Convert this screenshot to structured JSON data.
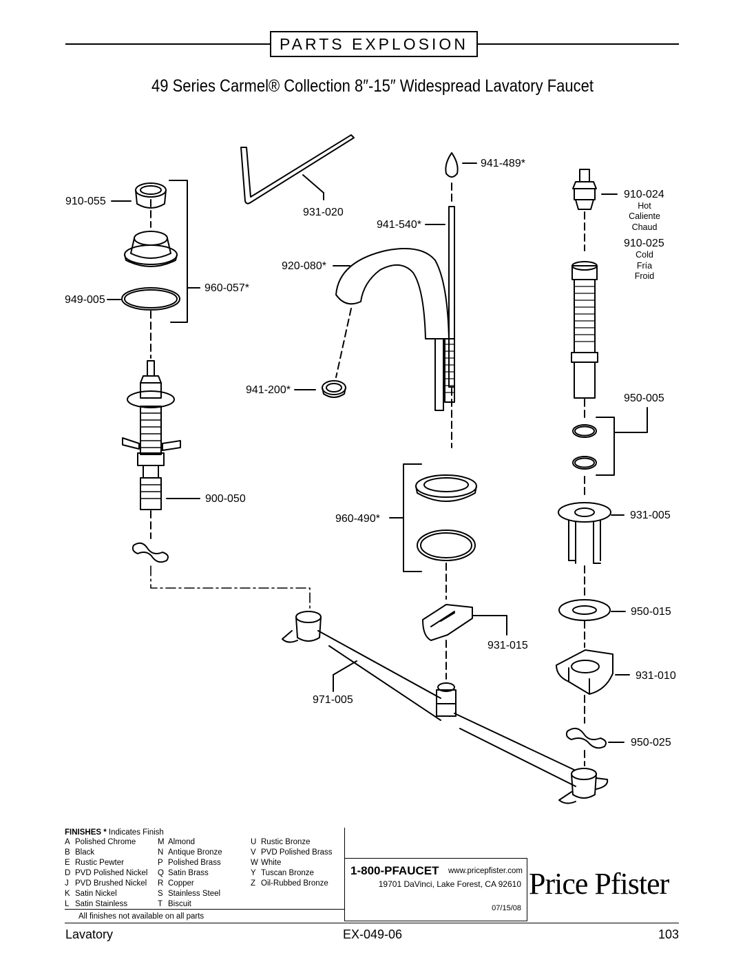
{
  "header": {
    "box_title": "PARTS EXPLOSION",
    "product_title": "49 Series Carmel® Collection 8″-15″ Widespread Lavatory Faucet"
  },
  "parts": {
    "p910_055": "910-055",
    "p949_005": "949-005",
    "p960_057": "960-057*",
    "p900_050": "900-050",
    "p931_020": "931-020",
    "p941_489": "941-489*",
    "p941_540": "941-540*",
    "p920_080": "920-080*",
    "p941_200": "941-200*",
    "p960_490": "960-490*",
    "p931_015": "931-015",
    "p971_005": "971-005",
    "p910_024": "910-024",
    "hot": [
      "Hot",
      "Caliente",
      "Chaud"
    ],
    "p910_025": "910-025",
    "cold": [
      "Cold",
      "Fría",
      "Froid"
    ],
    "p950_005": "950-005",
    "p931_005": "931-005",
    "p950_015": "950-015",
    "p931_010": "931-010",
    "p950_025": "950-025"
  },
  "finishes": {
    "heading": "FINISHES *",
    "heading_note": "Indicates Finish",
    "col1": [
      {
        "code": "A",
        "name": "Polished Chrome"
      },
      {
        "code": "B",
        "name": "Black"
      },
      {
        "code": "E",
        "name": "Rustic Pewter"
      },
      {
        "code": "D",
        "name": "PVD Polished Nickel"
      },
      {
        "code": "J",
        "name": "PVD Brushed Nickel"
      },
      {
        "code": "K",
        "name": "Satin Nickel"
      },
      {
        "code": "L",
        "name": "Satin Stainless"
      }
    ],
    "col2": [
      {
        "code": "M",
        "name": "Almond"
      },
      {
        "code": "N",
        "name": "Antique Bronze"
      },
      {
        "code": "P",
        "name": "Polished Brass"
      },
      {
        "code": "Q",
        "name": "Satin Brass"
      },
      {
        "code": "R",
        "name": "Copper"
      },
      {
        "code": "S",
        "name": "Stainless Steel"
      },
      {
        "code": "T",
        "name": "Biscuit"
      }
    ],
    "col3": [
      {
        "code": "U",
        "name": "Rustic Bronze"
      },
      {
        "code": "V",
        "name": "PVD Polished Brass"
      },
      {
        "code": "W",
        "name": "White"
      },
      {
        "code": "Y",
        "name": "Tuscan Bronze"
      },
      {
        "code": "Z",
        "name": "Oil-Rubbed Bronze"
      }
    ],
    "note": "All finishes not available on all parts"
  },
  "contact": {
    "phone": "1-800-PFAUCET",
    "website": "www.pricepfister.com",
    "address": "19701 DaVinci, Lake Forest, CA  92610",
    "date": "07/15/08",
    "logo": "Price Pfister"
  },
  "footer": {
    "category": "Lavatory",
    "doc_id": "EX-049-06",
    "page": "103"
  }
}
